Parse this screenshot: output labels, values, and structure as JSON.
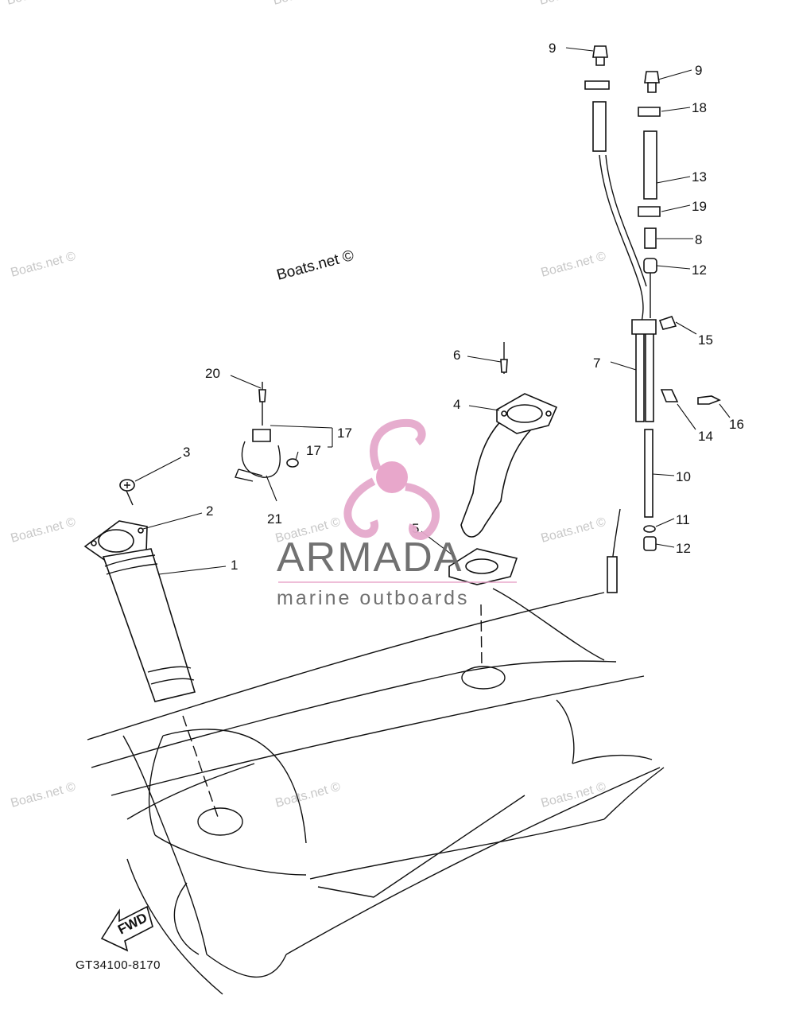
{
  "diagram": {
    "drawing_code": "GT34100-8170",
    "watermark_main": "Boats.net ©",
    "watermark_repeat": "Boats.net ©",
    "brand": {
      "name": "ARMADA",
      "tagline": "marine outboards",
      "propeller_color": "#e5a9cc",
      "hub_color": "#e7a3c9"
    },
    "fwd_label": "FWD",
    "callouts": [
      {
        "id": "c1",
        "text": "1"
      },
      {
        "id": "c2",
        "text": "2"
      },
      {
        "id": "c3",
        "text": "3"
      },
      {
        "id": "c4",
        "text": "4"
      },
      {
        "id": "c5",
        "text": "5"
      },
      {
        "id": "c6",
        "text": "6"
      },
      {
        "id": "c7",
        "text": "7"
      },
      {
        "id": "c8",
        "text": "8"
      },
      {
        "id": "c9a",
        "text": "9"
      },
      {
        "id": "c9b",
        "text": "9"
      },
      {
        "id": "c10",
        "text": "10"
      },
      {
        "id": "c11",
        "text": "11"
      },
      {
        "id": "c12a",
        "text": "12"
      },
      {
        "id": "c12b",
        "text": "12"
      },
      {
        "id": "c13",
        "text": "13"
      },
      {
        "id": "c14",
        "text": "14"
      },
      {
        "id": "c15",
        "text": "15"
      },
      {
        "id": "c16",
        "text": "16"
      },
      {
        "id": "c17a",
        "text": "17"
      },
      {
        "id": "c17b",
        "text": "17"
      },
      {
        "id": "c18",
        "text": "18"
      },
      {
        "id": "c19",
        "text": "19"
      },
      {
        "id": "c20",
        "text": "20"
      },
      {
        "id": "c21",
        "text": "21"
      }
    ]
  }
}
